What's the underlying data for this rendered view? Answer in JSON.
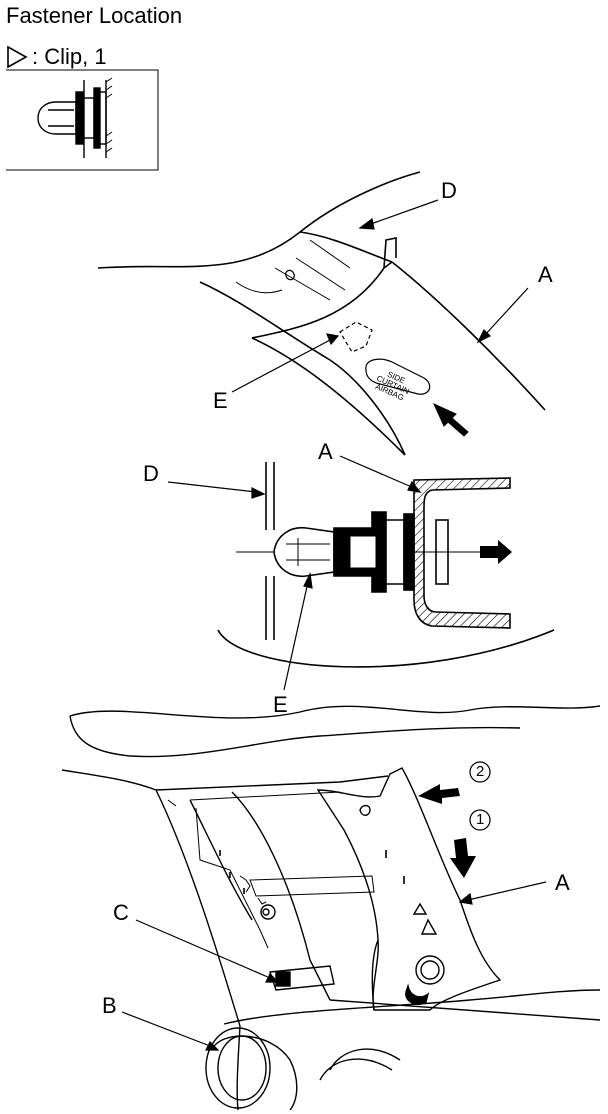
{
  "header": {
    "title": "Fastener Location",
    "legend_text": ": Clip, 1",
    "legend_icon": "triangle-outline-icon"
  },
  "callouts": {
    "top_d": "D",
    "top_a": "A",
    "top_e": "E",
    "mid_a": "A",
    "mid_d": "D",
    "mid_e": "E",
    "bot_c": "C",
    "bot_a": "A",
    "bot_b": "B"
  },
  "steps": {
    "step_1": "1",
    "step_2": "2"
  },
  "airbag_label": [
    "SIDE",
    "CURTAIN",
    "AIRBAG"
  ],
  "colors": {
    "line": "#000000",
    "background": "#ffffff",
    "hatch": "#000000"
  }
}
